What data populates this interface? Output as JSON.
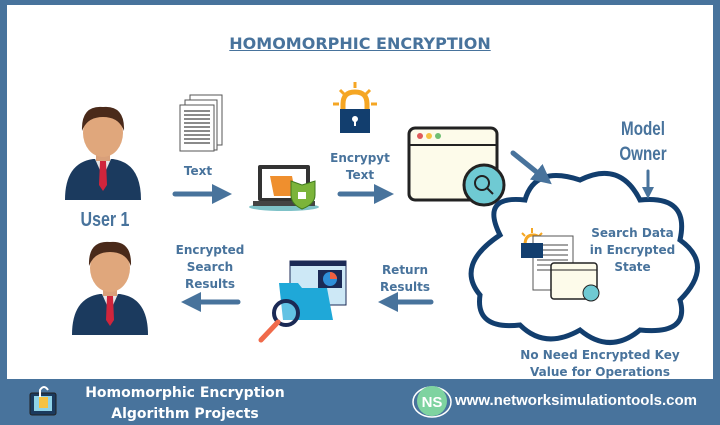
{
  "title": "HOMOMORPHIC ENCRYPTION",
  "nodes": {
    "user1": "User 1",
    "text": "Text",
    "encrypt_text": [
      "Encrypyt",
      "Text"
    ],
    "model_owner": [
      "Model",
      "Owner"
    ],
    "search_data": [
      "Search Data",
      "in Encrypted",
      "State"
    ],
    "no_need": [
      "No Need Encrypted Key",
      "Value for Operations"
    ],
    "return_results": [
      "Return",
      "Results"
    ],
    "encrypted_search_results": [
      "Encrypted",
      "Search",
      "Results"
    ]
  },
  "footer": {
    "title_lines": [
      "Homomorphic Encryption",
      "Algorithm Projects"
    ],
    "logo_text": "NS",
    "url": "www.networksimulationtools.com"
  },
  "colors": {
    "frame": "#48739c",
    "text": "#48739c",
    "cloud": "#123e6e",
    "accent_orange": "#f5a623",
    "teal": "#6fcad3"
  }
}
